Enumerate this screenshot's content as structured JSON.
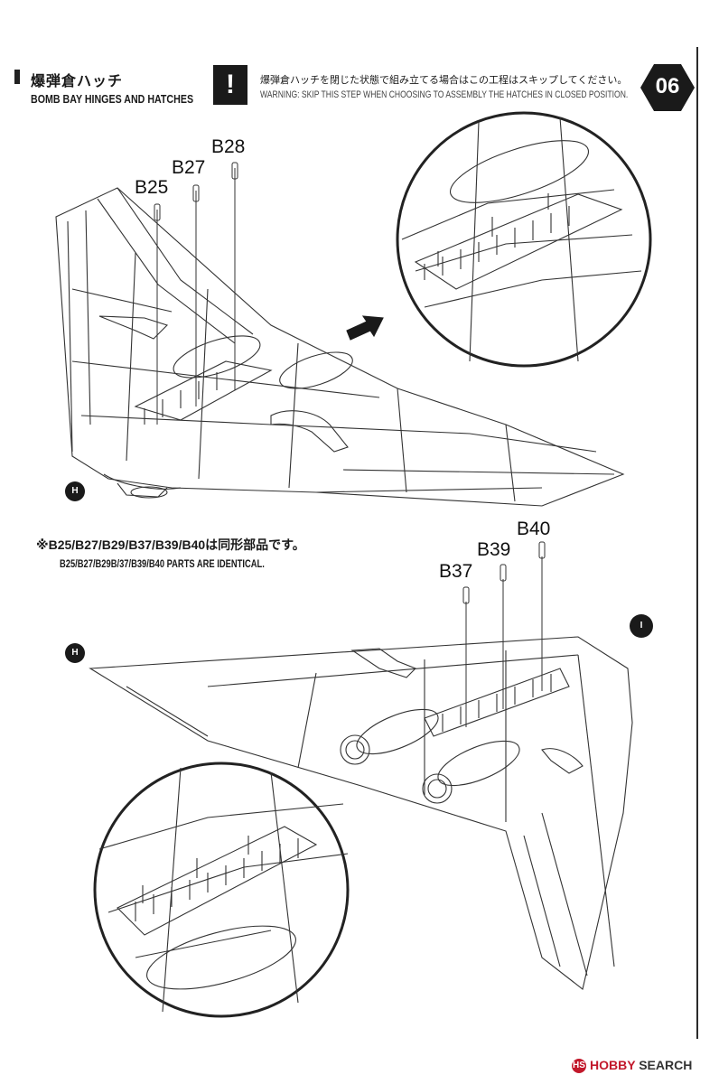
{
  "header": {
    "title_jp": "爆弾倉ハッチ",
    "title_en": "BOMB BAY HINGES AND HATCHES",
    "warning_symbol": "!",
    "warning_jp": "爆弾倉ハッチを閉じた状態で組み立てる場合はこの工程はスキップしてください。",
    "warning_en": "WARNING: SKIP THIS STEP WHEN CHOOSING TO ASSEMBLY THE HATCHES IN CLOSED POSITION.",
    "step_number": "06"
  },
  "upper_parts": [
    "B25",
    "B27",
    "B28"
  ],
  "lower_parts": [
    "B37",
    "B39",
    "B40"
  ],
  "note": {
    "jp": "※B25/B27/B29/B37/B39/B40は同形部品です。",
    "en": "B25/B27/B29B/37/B39/B40 PARTS ARE IDENTICAL."
  },
  "markers": {
    "upper_h": "H",
    "lower_h": "H",
    "lower_i": "I"
  },
  "footer": {
    "brand_mark": "HS",
    "brand": "HOBBY",
    "brand_search": "SEARCH"
  }
}
